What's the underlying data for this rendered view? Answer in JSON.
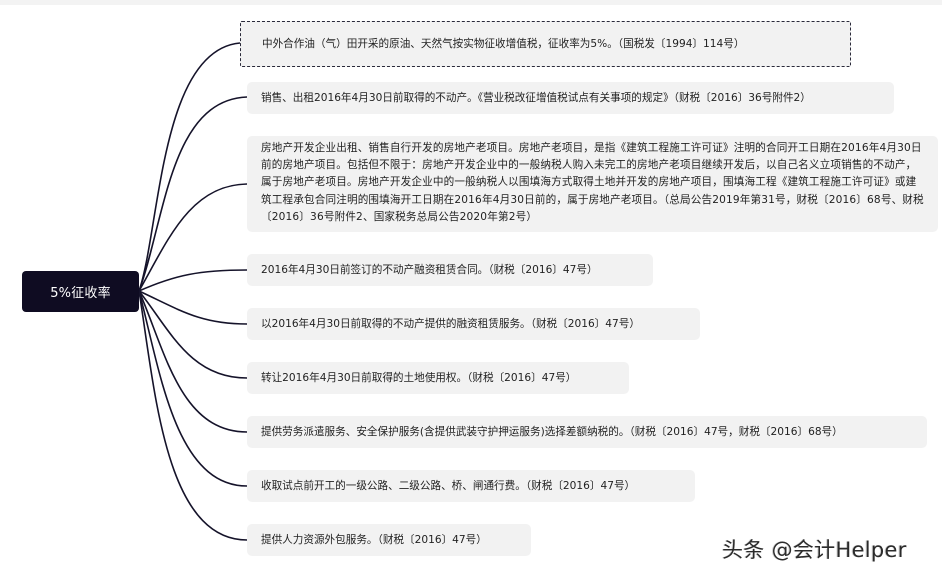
{
  "root": {
    "label": "5%征收率"
  },
  "colors": {
    "root_bg": "#0f0c22",
    "node_bg": "#f2f2f2",
    "edge": "#15132a",
    "text": "#222222"
  },
  "nodes": [
    {
      "label": "中外合作油（气）田开采的原油、天然气按实物征收增值税，征收率为5%。（国税发〔1994〕114号）",
      "selected": true
    },
    {
      "label": "销售、出租2016年4月30日前取得的不动产。《营业税改征增值税试点有关事项的规定》（财税〔2016〕36号附件2）"
    },
    {
      "label": "房地产开发企业出租、销售自行开发的房地产老项目。房地产老项目，是指《建筑工程施工许可证》注明的合同开工日期在2016年4月30日前的房地产项目。包括但不限于：房地产开发企业中的一般纳税人购入未完工的房地产老项目继续开发后，以自己名义立项销售的不动产，属于房地产老项目。房地产开发企业中的一般纳税人以围填海方式取得土地并开发的房地产项目，围填海工程《建筑工程施工许可证》或建筑工程承包合同注明的围填海开工日期在2016年4月30日前的，属于房地产老项目。（总局公告2019年第31号，财税〔2016〕68号、财税〔2016〕36号附件2、国家税务总局公告2020年第2号）"
    },
    {
      "label": "2016年4月30日前签订的不动产融资租赁合同。（财税〔2016〕47号）"
    },
    {
      "label": "以2016年4月30日前取得的不动产提供的融资租赁服务。（财税〔2016〕47号）"
    },
    {
      "label": "转让2016年4月30日前取得的土地使用权。（财税〔2016〕47号）"
    },
    {
      "label": "提供劳务派遣服务、安全保护服务(含提供武装守护押运服务)选择差额纳税的。（财税〔2016〕47号，财税〔2016〕68号）"
    },
    {
      "label": "收取试点前开工的一级公路、二级公路、桥、闸通行费。（财税〔2016〕47号）"
    },
    {
      "label": "提供人力资源外包服务。（财税〔2016〕47号）"
    }
  ],
  "watermark": {
    "text": "头条 @会计Helper"
  }
}
